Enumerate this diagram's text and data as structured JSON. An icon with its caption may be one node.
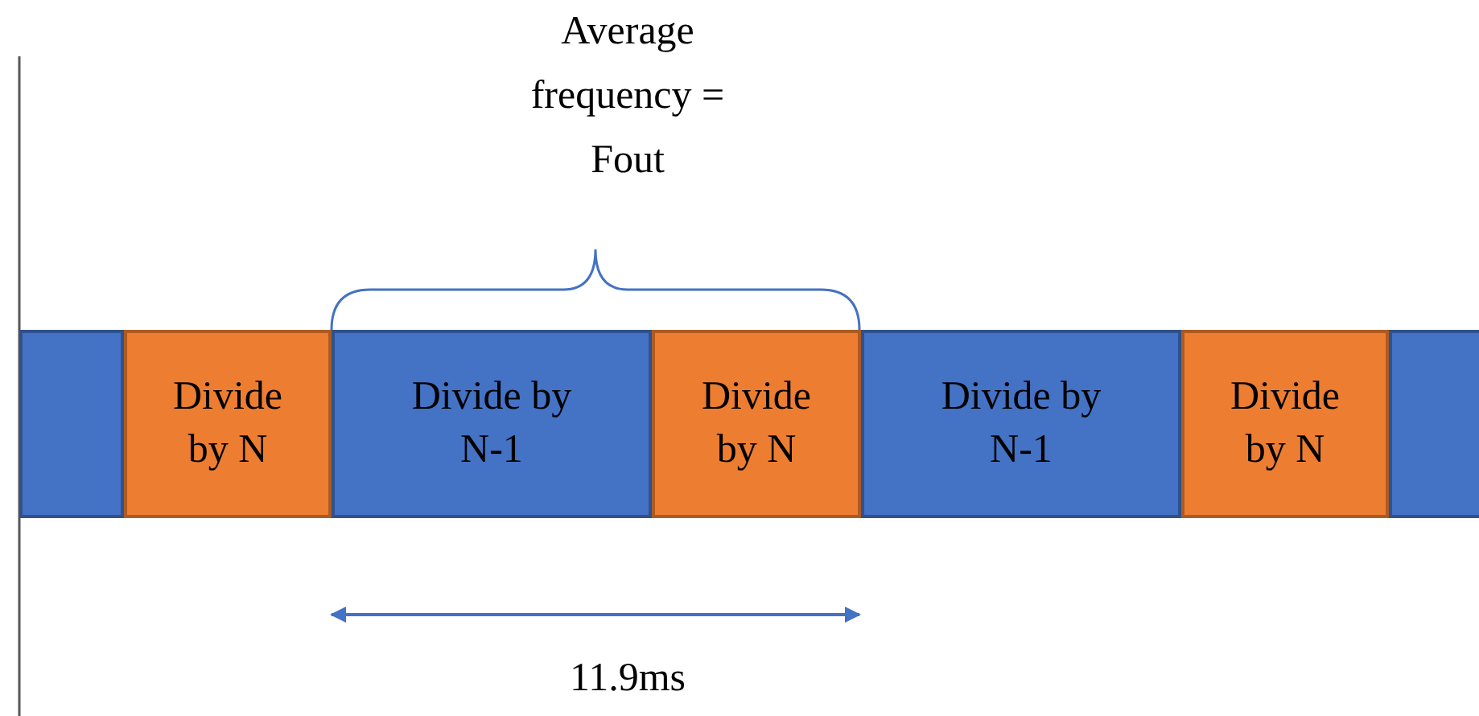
{
  "diagram": {
    "nodes": [
      {
        "text": [],
        "shape": "box"
      },
      {
        "text": [
          "Divide by N"
        ]
      },
      {
        "text": [
          "Divide by N-1"
        ]
      },
      {
        "text": [
          "Divide by N"
        ]
      },
      {
        "text": [
          "Divide by N-1"
        ]
      },
      {
        "text": [
          "Divide by N"
        ]
      },
      {
        "text": [],
        "shape": "box"
      }
    ],
    "labels": [
      "Average frequency = Fout",
      "11.9ms"
    ]
  }
}
